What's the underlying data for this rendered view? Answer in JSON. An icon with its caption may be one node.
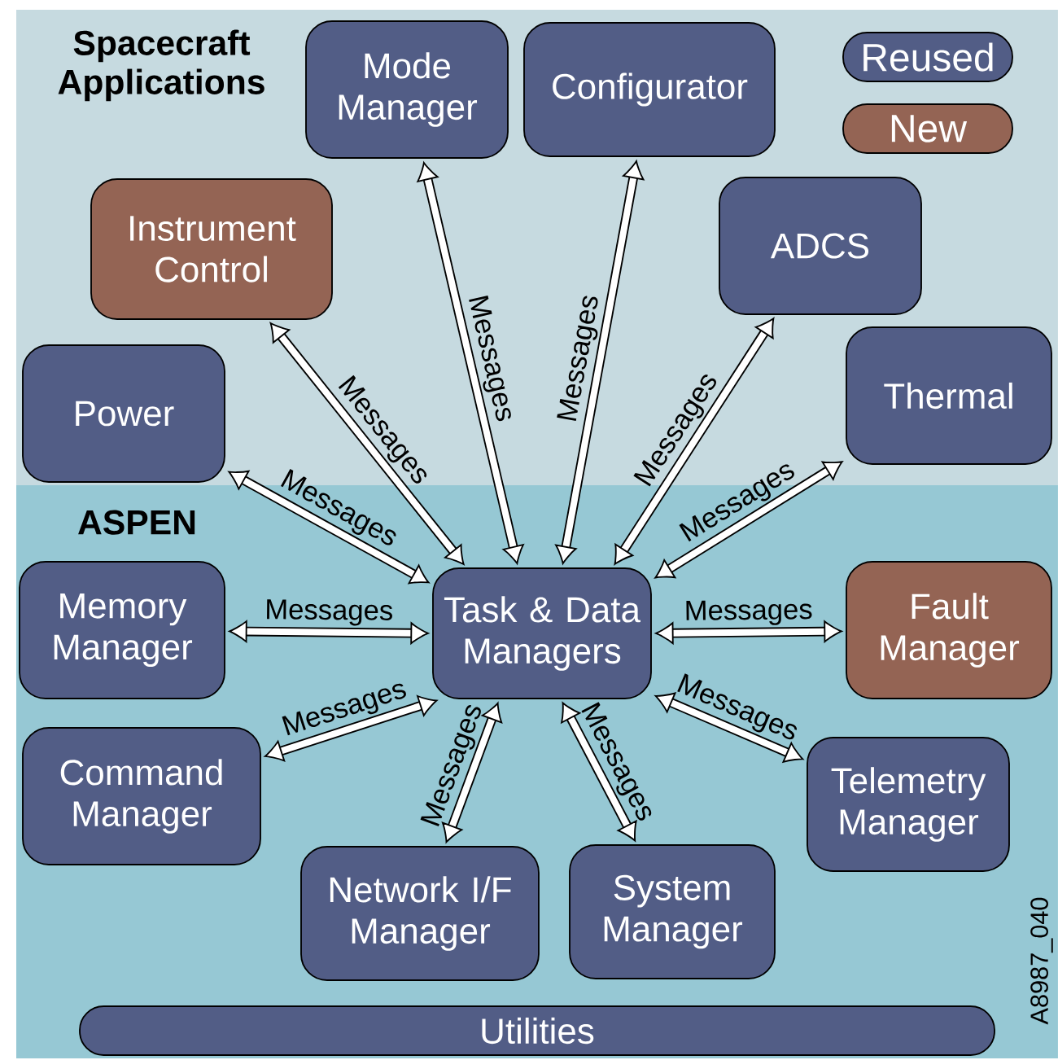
{
  "diagram": {
    "nodes": [
      {
        "text": [
          "Spacecraft Applications"
        ]
      },
      {
        "text": [
          "Mode Manager"
        ],
        "in": 0
      },
      {
        "text": [
          "Configurator"
        ],
        "in": 0
      },
      {
        "text": [
          "Instrument Control"
        ],
        "in": 0
      },
      {
        "text": [
          "ADCS"
        ],
        "in": 0
      },
      {
        "text": [
          "Power"
        ],
        "in": 0
      },
      {
        "text": [
          "Thermal"
        ],
        "in": 0
      },
      {
        "text": [
          "ASPEN"
        ]
      },
      {
        "text": [
          "Memory Manager"
        ],
        "in": 7
      },
      {
        "text": [
          "Task & Data Managers"
        ],
        "in": 7
      },
      {
        "text": [
          "Fault Manager"
        ],
        "in": 7
      },
      {
        "text": [
          "Command Manager"
        ],
        "in": 7
      },
      {
        "text": [
          "Telemetry Manager"
        ],
        "in": 7
      },
      {
        "text": [
          "Network I/F Manager"
        ],
        "in": 7
      },
      {
        "text": [
          "System Manager"
        ],
        "in": 7
      },
      {
        "text": [
          "Utilities"
        ],
        "in": 7
      }
    ],
    "edges": [
      {
        "from": 1,
        "to": 9,
        "arrow": "both",
        "label": "Messages"
      },
      {
        "from": 2,
        "to": 9,
        "arrow": "both",
        "label": "Messages"
      },
      {
        "from": 3,
        "to": 9,
        "arrow": "both",
        "label": "Messages"
      },
      {
        "from": 4,
        "to": 9,
        "arrow": "both",
        "label": "Messages"
      },
      {
        "from": 5,
        "to": 9,
        "arrow": "both",
        "label": "Messages"
      },
      {
        "from": 6,
        "to": 9,
        "arrow": "both",
        "label": "Messages"
      },
      {
        "from": 8,
        "to": 9,
        "arrow": "both",
        "label": "Messages"
      },
      {
        "from": 10,
        "to": 9,
        "arrow": "both",
        "label": "Messages"
      },
      {
        "from": 11,
        "to": 9,
        "arrow": "both",
        "label": "Messages"
      },
      {
        "from": 13,
        "to": 9,
        "arrow": "both",
        "label": "Messages"
      },
      {
        "from": 14,
        "to": 9,
        "arrow": "both",
        "label": "Messages"
      },
      {
        "from": 12,
        "to": 9,
        "arrow": "both",
        "label": "Messages"
      }
    ],
    "labels": [
      "A8987_040"
    ],
    "legend": [
      {
        "text": "Reused",
        "color": "#525d86"
      },
      {
        "text": "New",
        "color": "#946454"
      }
    ]
  }
}
